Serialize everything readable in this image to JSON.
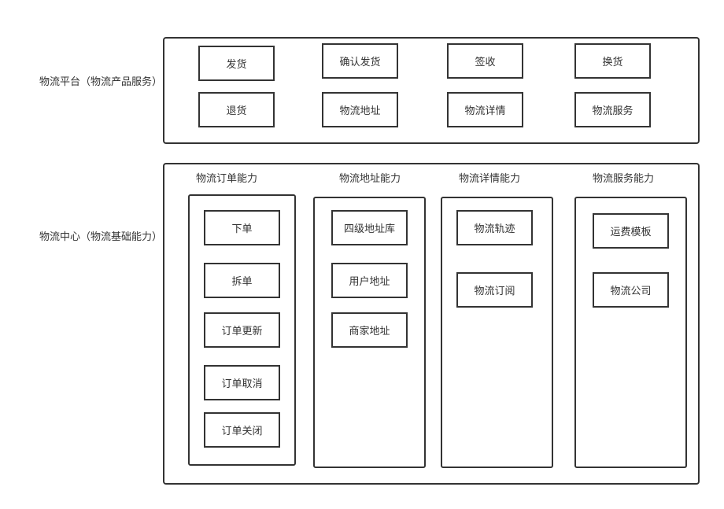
{
  "platform": {
    "label": "物流平台（物流产品服务）",
    "items": [
      "发货",
      "确认发货",
      "签收",
      "换货",
      "退货",
      "物流地址",
      "物流详情",
      "物流服务"
    ]
  },
  "center": {
    "label": "物流中心（物流基础能力）",
    "groups": [
      {
        "title": "物流订单能力",
        "items": [
          "下单",
          "拆单",
          "订单更新",
          "订单取消",
          "订单关闭"
        ]
      },
      {
        "title": "物流地址能力",
        "items": [
          "四级地址库",
          "用户地址",
          "商家地址"
        ]
      },
      {
        "title": "物流详情能力",
        "items": [
          "物流轨迹",
          "物流订阅"
        ]
      },
      {
        "title": "物流服务能力",
        "items": [
          "运费模板",
          "物流公司"
        ]
      }
    ]
  }
}
